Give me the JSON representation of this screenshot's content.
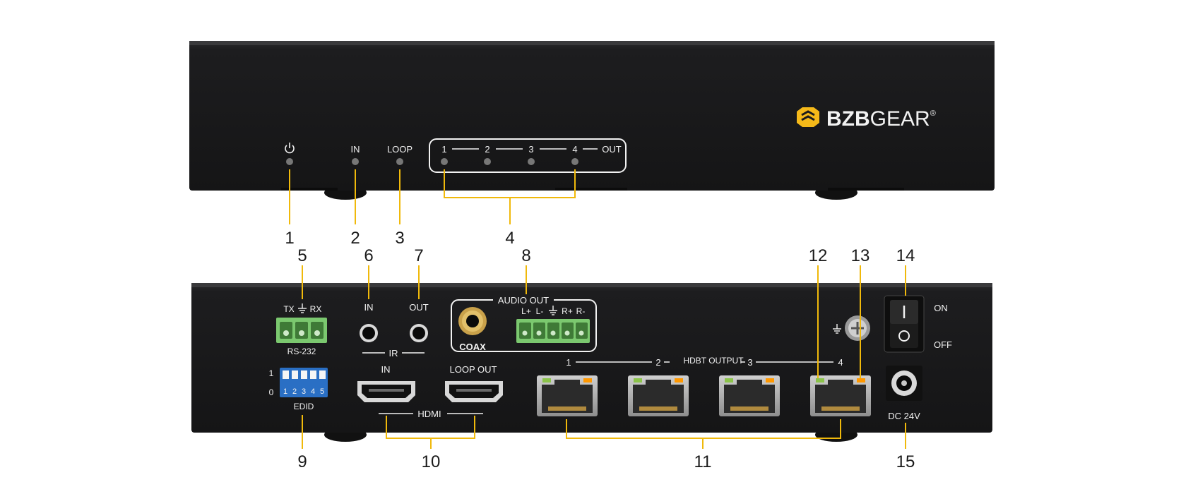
{
  "colors": {
    "chassis": "#1b1b1d",
    "leader": "#f0b90b",
    "terminal_green": "#7bc86f",
    "dip_blue": "#2a6fc4",
    "brand_yellow": "#f5b919",
    "label": "#f2f2f2",
    "callout_text": "#1a1a1a"
  },
  "front": {
    "power_icon": "power-icon",
    "in_label": "IN",
    "loop_label": "LOOP",
    "out_ch1": "1",
    "out_ch2": "2",
    "out_ch3": "3",
    "out_ch4": "4",
    "out_label": "OUT",
    "brand_bold": "BZB",
    "brand_light": "GEAR",
    "brand_reg": "®"
  },
  "rear": {
    "rs232_tx": "TX",
    "rs232_rx": "RX",
    "rs232_label": "RS-232",
    "ir_in": "IN",
    "ir_out": "OUT",
    "ir_label": "IR",
    "audio_out_label": "AUDIO OUT",
    "audio_pins": [
      "L+",
      "L-",
      "R+",
      "R-"
    ],
    "coax_label": "COAX",
    "dip_row_1": "1",
    "dip_row_0": "0",
    "dip_numbers": [
      "1",
      "2",
      "3",
      "4",
      "5"
    ],
    "edid_label": "EDID",
    "hdmi_in": "IN",
    "hdmi_loop_out": "LOOP OUT",
    "hdmi_label": "HDMI",
    "hdbt_1": "1",
    "hdbt_2": "2",
    "hdbt_label": "HDBT OUTPUT",
    "hdbt_3": "3",
    "hdbt_4": "4",
    "switch_on": "ON",
    "switch_off": "OFF",
    "dc_label": "DC 24V"
  },
  "callouts": [
    "1",
    "2",
    "3",
    "4",
    "5",
    "6",
    "7",
    "8",
    "9",
    "10",
    "11",
    "12",
    "13",
    "14",
    "15"
  ]
}
